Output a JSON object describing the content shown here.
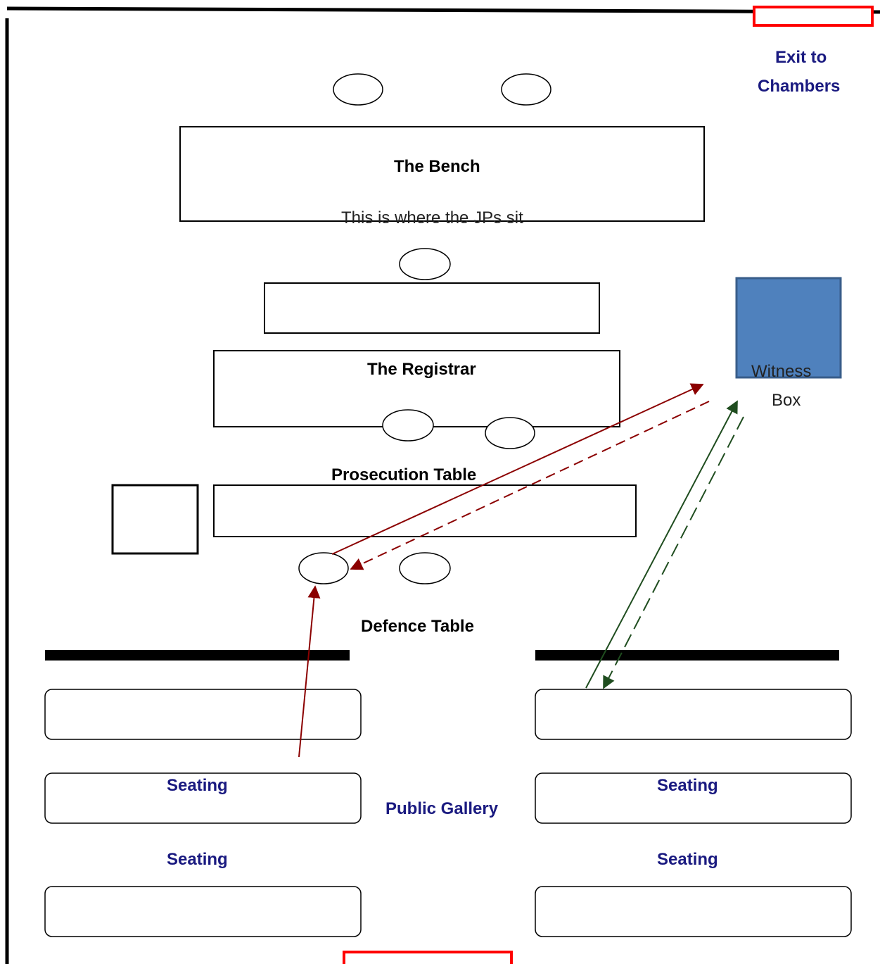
{
  "labels": {
    "exit_to": "Exit to",
    "chambers": "Chambers",
    "bench": "The Bench",
    "bench_note": "This is where the JPs sit",
    "registrar": "The Registrar",
    "witness": "Witness",
    "box": "Box",
    "prosecution_table": "Prosecution Table",
    "defence_table": "Defence Table",
    "seating": "Seating",
    "public_gallery": "Public Gallery"
  },
  "colors": {
    "line": "#000000",
    "exit_box": "#ff0000",
    "witness_box_fill": "#4f81bd",
    "witness_box_stroke": "#385d8a",
    "label_navy": "#1a1a80",
    "arrow_red": "#8b0000",
    "arrow_green": "#1f4d1f"
  }
}
